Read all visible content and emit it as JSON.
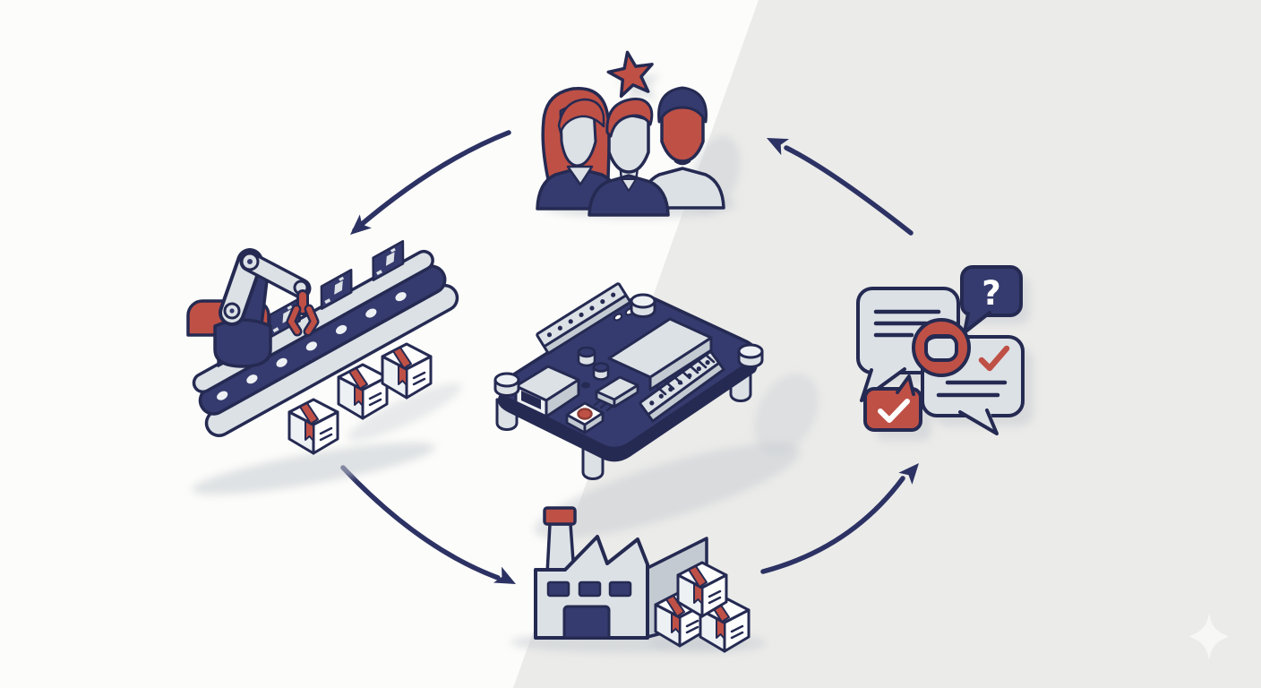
{
  "palette": {
    "bg_left": "#fcfcfa",
    "bg_right": "#ebebe9",
    "navy": "#353b6e",
    "navy_deep": "#252a52",
    "red": "#bf5046",
    "red_dark": "#8e3d36",
    "light": "#dce1e6",
    "light_side": "#c3cad1",
    "lighter": "#eef1f4",
    "white": "#fdfdfe",
    "shadow": "#c7ccd2",
    "arrow": "#2c3263",
    "sparkle": "#f7f7f5"
  },
  "diagram": {
    "type": "cycle",
    "nodes": [
      {
        "id": "team",
        "icon": "team-people-star-icon",
        "position": "top-center"
      },
      {
        "id": "assembly",
        "icon": "robot-arm-conveyor-icon",
        "position": "middle-left"
      },
      {
        "id": "circuit-board",
        "icon": "circuit-board-icon",
        "position": "center"
      },
      {
        "id": "factory",
        "icon": "factory-boxes-icon",
        "position": "bottom-center"
      },
      {
        "id": "feedback",
        "icon": "chat-feedback-icon",
        "position": "middle-right"
      }
    ],
    "edges": [
      {
        "from": "team",
        "to": "assembly"
      },
      {
        "from": "assembly",
        "to": "factory"
      },
      {
        "from": "factory",
        "to": "feedback"
      },
      {
        "from": "feedback",
        "to": "team"
      }
    ]
  },
  "feedback": {
    "question_mark": "?"
  },
  "decor": {
    "sparkle_icon": "four-point-sparkle-icon"
  }
}
